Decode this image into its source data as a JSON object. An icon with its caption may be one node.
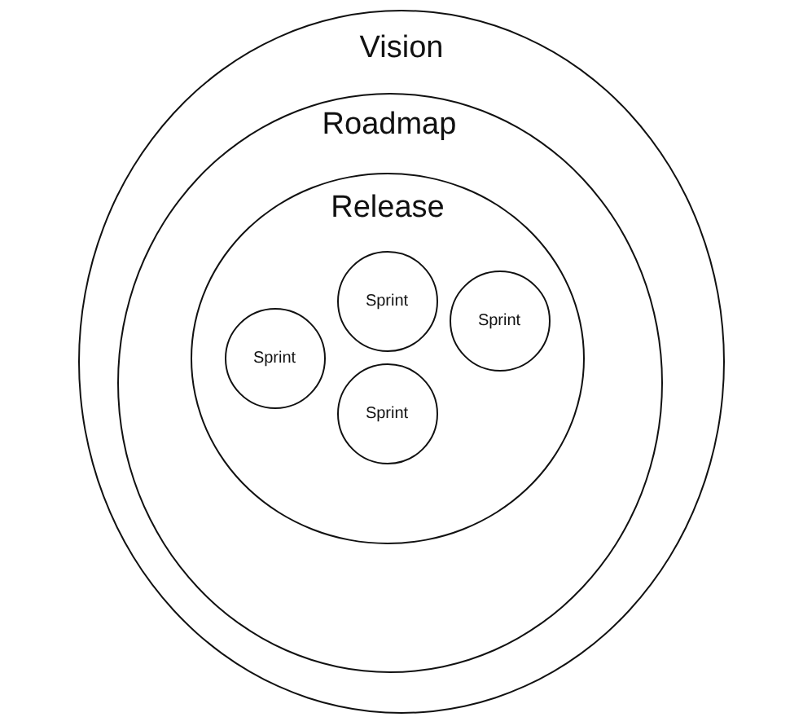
{
  "diagram": {
    "nodes": [
      {
        "text": [
          "Vision"
        ]
      },
      {
        "text": [
          "Roadmap"
        ],
        "in": 0
      },
      {
        "text": [
          "Release"
        ],
        "in": 1
      },
      {
        "text": [
          "Sprint"
        ],
        "in": 2
      },
      {
        "text": [
          "Sprint"
        ],
        "in": 2
      },
      {
        "text": [
          "Sprint"
        ],
        "in": 2
      },
      {
        "text": [
          "Sprint"
        ],
        "in": 2
      }
    ]
  }
}
